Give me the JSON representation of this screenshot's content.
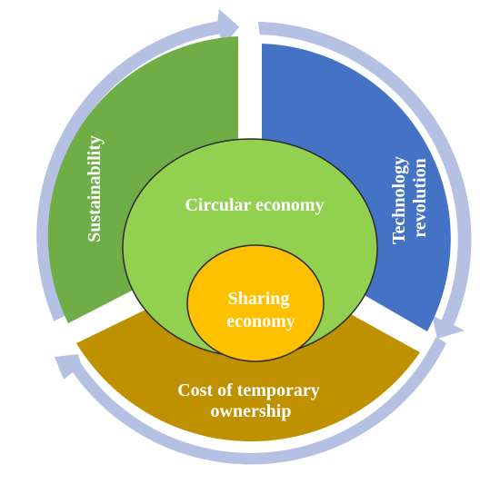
{
  "diagram": {
    "segments": {
      "sustainability": {
        "label": "Sustainability",
        "color": "#70ad47"
      },
      "technology": {
        "lines": [
          "Technology",
          "revolution"
        ],
        "color": "#4472c4"
      },
      "cost": {
        "lines": [
          "Cost of temporary",
          "ownership"
        ],
        "color": "#bf9000"
      }
    },
    "circular_economy": {
      "label": "Circular economy",
      "color": "#92d050"
    },
    "sharing_economy": {
      "lines": [
        "Sharing",
        "economy"
      ],
      "color": "#ffc000"
    },
    "arrow_ring": {
      "color": "#b4c1e3"
    }
  }
}
